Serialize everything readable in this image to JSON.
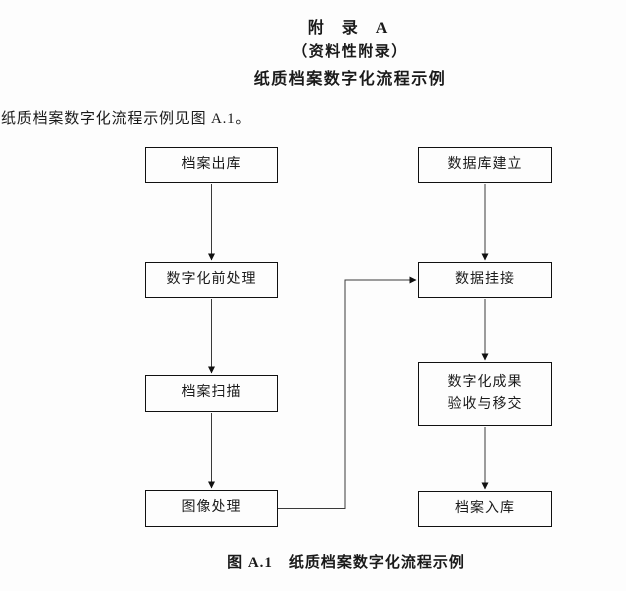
{
  "header": {
    "appendix_label": "附　录　A",
    "appendix_type": "（资料性附录）",
    "appendix_subtitle": "纸质档案数字化流程示例",
    "intro_text": "纸质档案数字化流程示例见图 A.1。"
  },
  "flowchart": {
    "nodes": [
      {
        "id": "archive-checkout",
        "label": "档案出库"
      },
      {
        "id": "pre-digitization",
        "label": "数字化前处理"
      },
      {
        "id": "archive-scanning",
        "label": "档案扫描"
      },
      {
        "id": "image-processing",
        "label": "图像处理"
      },
      {
        "id": "database-setup",
        "label": "数据库建立"
      },
      {
        "id": "data-linking",
        "label": "数据挂接"
      },
      {
        "id": "acceptance-transfer",
        "label": "数字化成果\n验收与移交"
      },
      {
        "id": "archive-checkin",
        "label": "档案入库"
      }
    ]
  },
  "footer": {
    "caption": "图 A.1　纸质档案数字化流程示例"
  },
  "colors": {
    "background": "#fdfdfd",
    "line": "#3a3a3a",
    "border": "#111111",
    "text": "#1a1a1a"
  }
}
